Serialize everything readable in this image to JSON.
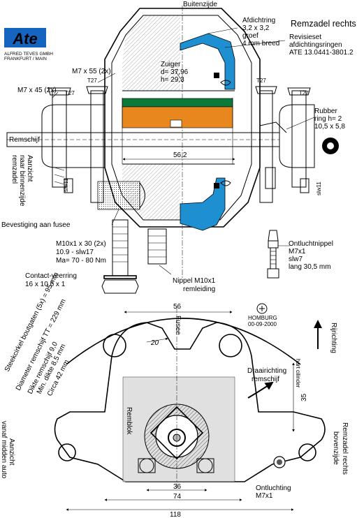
{
  "colors": {
    "seal_blue": "#1e8fd0",
    "pad_green": "#0a7a3a",
    "pad_orange": "#e8871e",
    "logo_blue": "#1565c0",
    "pad_gray": "#d9d9d9"
  },
  "logo": {
    "name": "Ate",
    "line1": "ALFRED TEVES GMBH",
    "line2": "FRANKFURT / MAIN"
  },
  "labels": {
    "buitenzijde": "Buitenzijde",
    "title": "Remzadel rechts",
    "afdichtring": [
      "Afdichtring",
      "3,2 x 3,2",
      "groef",
      "4 mm breed"
    ],
    "revisieset": [
      "Revisieset",
      "afdichtingsringen",
      "ATE 13.0441-3801.2"
    ],
    "m7x55": "M7 x 55 (2x)",
    "m7x45": "M7 x 45 (2x)",
    "t27": "T27",
    "zuiger": [
      "Zuiger",
      "d= 37,96",
      "h= 29,3"
    ],
    "rubber": [
      "Rubber",
      "ring h= 2",
      "10,5 x 5,8"
    ],
    "remschijf": "Remschijf",
    "dim_56_2": "56,2",
    "aanzicht_binnen": [
      "Aanzicht",
      "naar binnenzijde",
      "remzadel"
    ],
    "slw11": "slw11",
    "bevestiging": "Bevestiging aan fusee",
    "m10x1x30": [
      "M10x1 x 30 (2x)",
      "10.9 - slw17",
      "Ma= 70 - 80 Nm"
    ],
    "contact": [
      "Contact-veerring",
      "16 x 10,6 x 1"
    ],
    "nippel": [
      "Nippel M10x1",
      "remleiding"
    ],
    "ontluchtnippel": [
      "Ontluchtnippel",
      "M7x1",
      "slw7",
      "lang 30,5 mm"
    ],
    "dim_56": "56",
    "fusee": "Fusee",
    "homburg": [
      "HOMBURG",
      "00-09-2000"
    ],
    "rijrichting": "Rijrichting",
    "dim_20": "20",
    "draairichting": [
      "Draairichting",
      "remschijf"
    ],
    "hart_cilinder": "hart cilinder",
    "dim_35": "35",
    "steekcirkel": "Steekcirkel boutgaten (5x) = 95 mm",
    "diameter": "Diameter remschijf TT = 229 mm",
    "dikte": "Dikte remschijf 9,0",
    "min_dikte": "Min. dikte 8,5 mm",
    "circa": "Circa 42 mm",
    "remblok": "Remblok",
    "aanzicht_midden": [
      "Aanzicht",
      "vanaf midden auto"
    ],
    "remzadel_boven": [
      "Remzadel rechts",
      "bovenzijde"
    ],
    "ontluchting": [
      "Ontluchting",
      "M7x1"
    ],
    "dim_36": "36",
    "dim_74": "74",
    "dim_118": "118"
  }
}
